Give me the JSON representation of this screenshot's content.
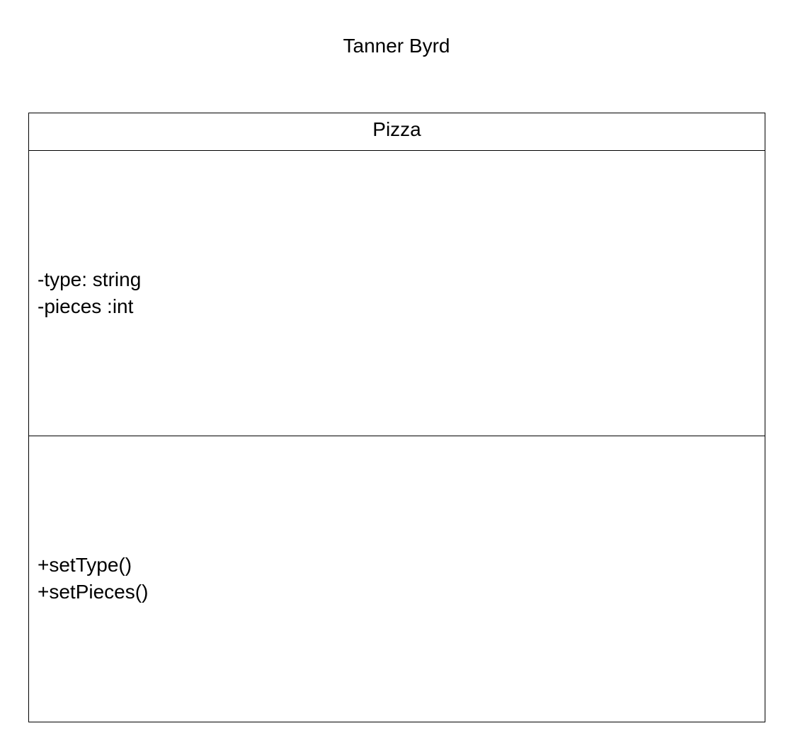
{
  "header": {
    "author": "Tanner Byrd"
  },
  "uml_class": {
    "name": "Pizza",
    "attributes": [
      "-type: string",
      "-pieces :int"
    ],
    "methods": [
      "+setType()",
      "+setPieces()"
    ]
  }
}
